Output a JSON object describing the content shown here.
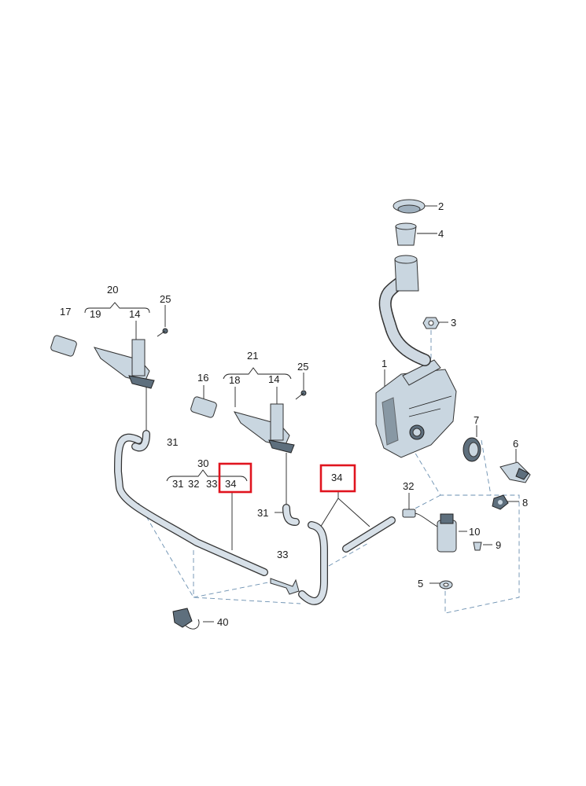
{
  "callouts": {
    "n1": "1",
    "n2": "2",
    "n3": "3",
    "n4": "4",
    "n5": "5",
    "n6": "6",
    "n7": "7",
    "n8": "8",
    "n9": "9",
    "n10": "10",
    "n14a": "14",
    "n14b": "14",
    "n16": "16",
    "n17": "17",
    "n18": "18",
    "n19": "19",
    "n20": "20",
    "n21": "21",
    "n25a": "25",
    "n25b": "25",
    "n30": "30",
    "n31a": "31",
    "n31b": "31",
    "n31c": "31",
    "n32a": "32",
    "n32b": "32",
    "n33a": "33",
    "n33b": "33",
    "n34a": "34",
    "n34b": "34",
    "n40": "40"
  },
  "highlight_color": "#e0141e"
}
